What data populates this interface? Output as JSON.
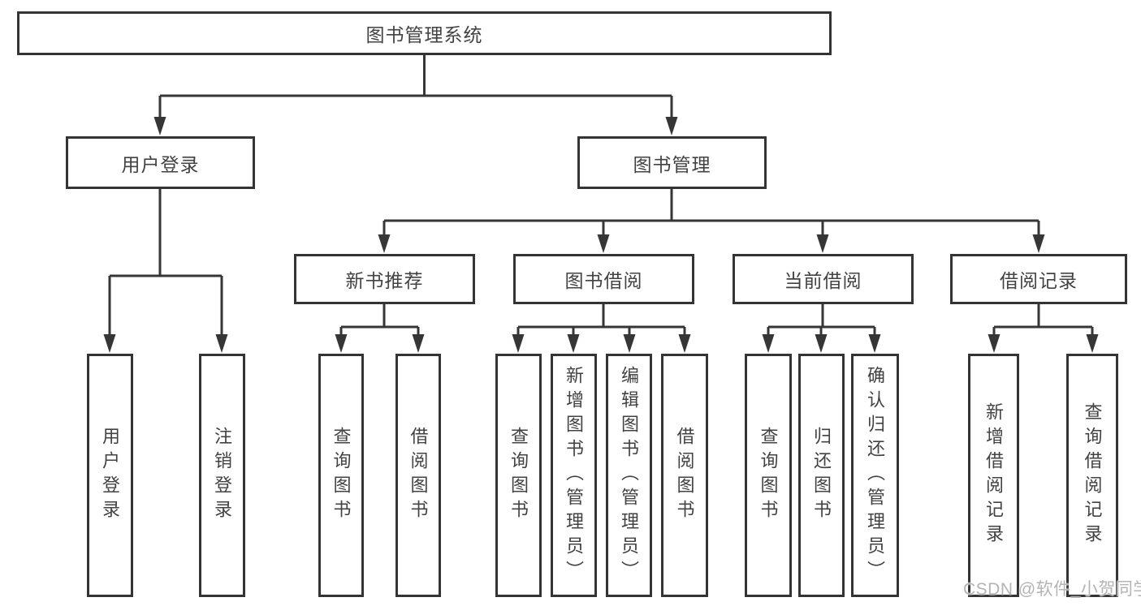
{
  "diagram": {
    "root": {
      "label": "图书管理系统"
    },
    "branches": [
      {
        "label": "用户登录",
        "children": [
          {
            "label": "用户登录"
          },
          {
            "label": "注销登录"
          }
        ]
      },
      {
        "label": "图书管理",
        "sections": [
          {
            "label": "新书推荐",
            "children": [
              {
                "label": "查询图书"
              },
              {
                "label": "借阅图书"
              }
            ]
          },
          {
            "label": "图书借阅",
            "children": [
              {
                "label": "查询图书"
              },
              {
                "label": "新增图书（管理员）"
              },
              {
                "label": "编辑图书（管理员）"
              },
              {
                "label": "借阅图书"
              }
            ]
          },
          {
            "label": "当前借阅",
            "children": [
              {
                "label": "查询图书"
              },
              {
                "label": "归还图书"
              },
              {
                "label": "确认归还（管理员）"
              }
            ]
          },
          {
            "label": "借阅记录",
            "children": [
              {
                "label": "新增借阅记录"
              },
              {
                "label": "查询借阅记录"
              }
            ]
          }
        ]
      }
    ]
  },
  "watermark": {
    "text": "CSDN @软件_小贺同学"
  },
  "colors": {
    "line": "#363636",
    "border": "#343434",
    "text": "#424242",
    "watermark": "#b4b4b4",
    "background": "#ffffff"
  }
}
